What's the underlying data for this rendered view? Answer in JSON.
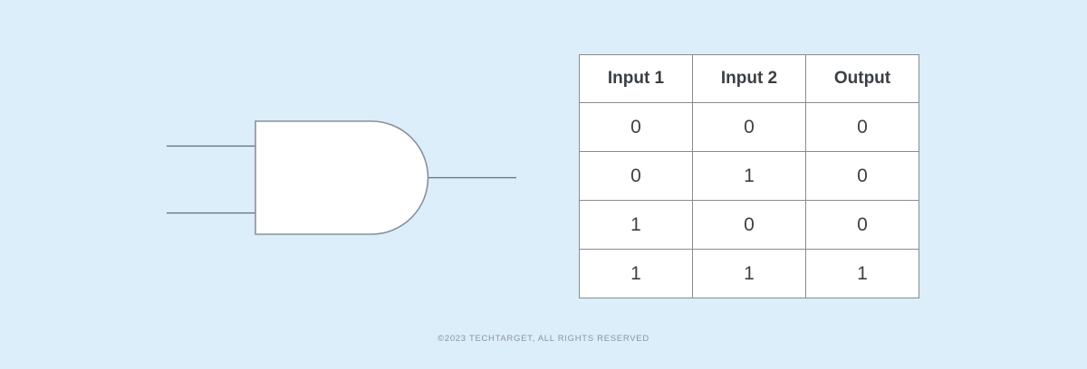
{
  "page": {
    "background_color": "#dbeefa",
    "footer_text": "©2023 TECHTARGET, ALL RIGHTS RESERVED"
  },
  "diagram": {
    "type": "and-logic-gate",
    "gate_fill": "#ffffff",
    "gate_stroke": "#8a9099",
    "wire_color": "#646c77",
    "inputs_count": 2,
    "outputs_count": 1
  },
  "truth_table": {
    "border_color": "#878c91",
    "header_text_color": "#3a3f44",
    "cell_text_color": "#3c4147",
    "headers": [
      "Input 1",
      "Input 2",
      "Output"
    ],
    "rows": [
      [
        "0",
        "0",
        "0"
      ],
      [
        "0",
        "1",
        "0"
      ],
      [
        "1",
        "0",
        "0"
      ],
      [
        "1",
        "1",
        "1"
      ]
    ]
  }
}
